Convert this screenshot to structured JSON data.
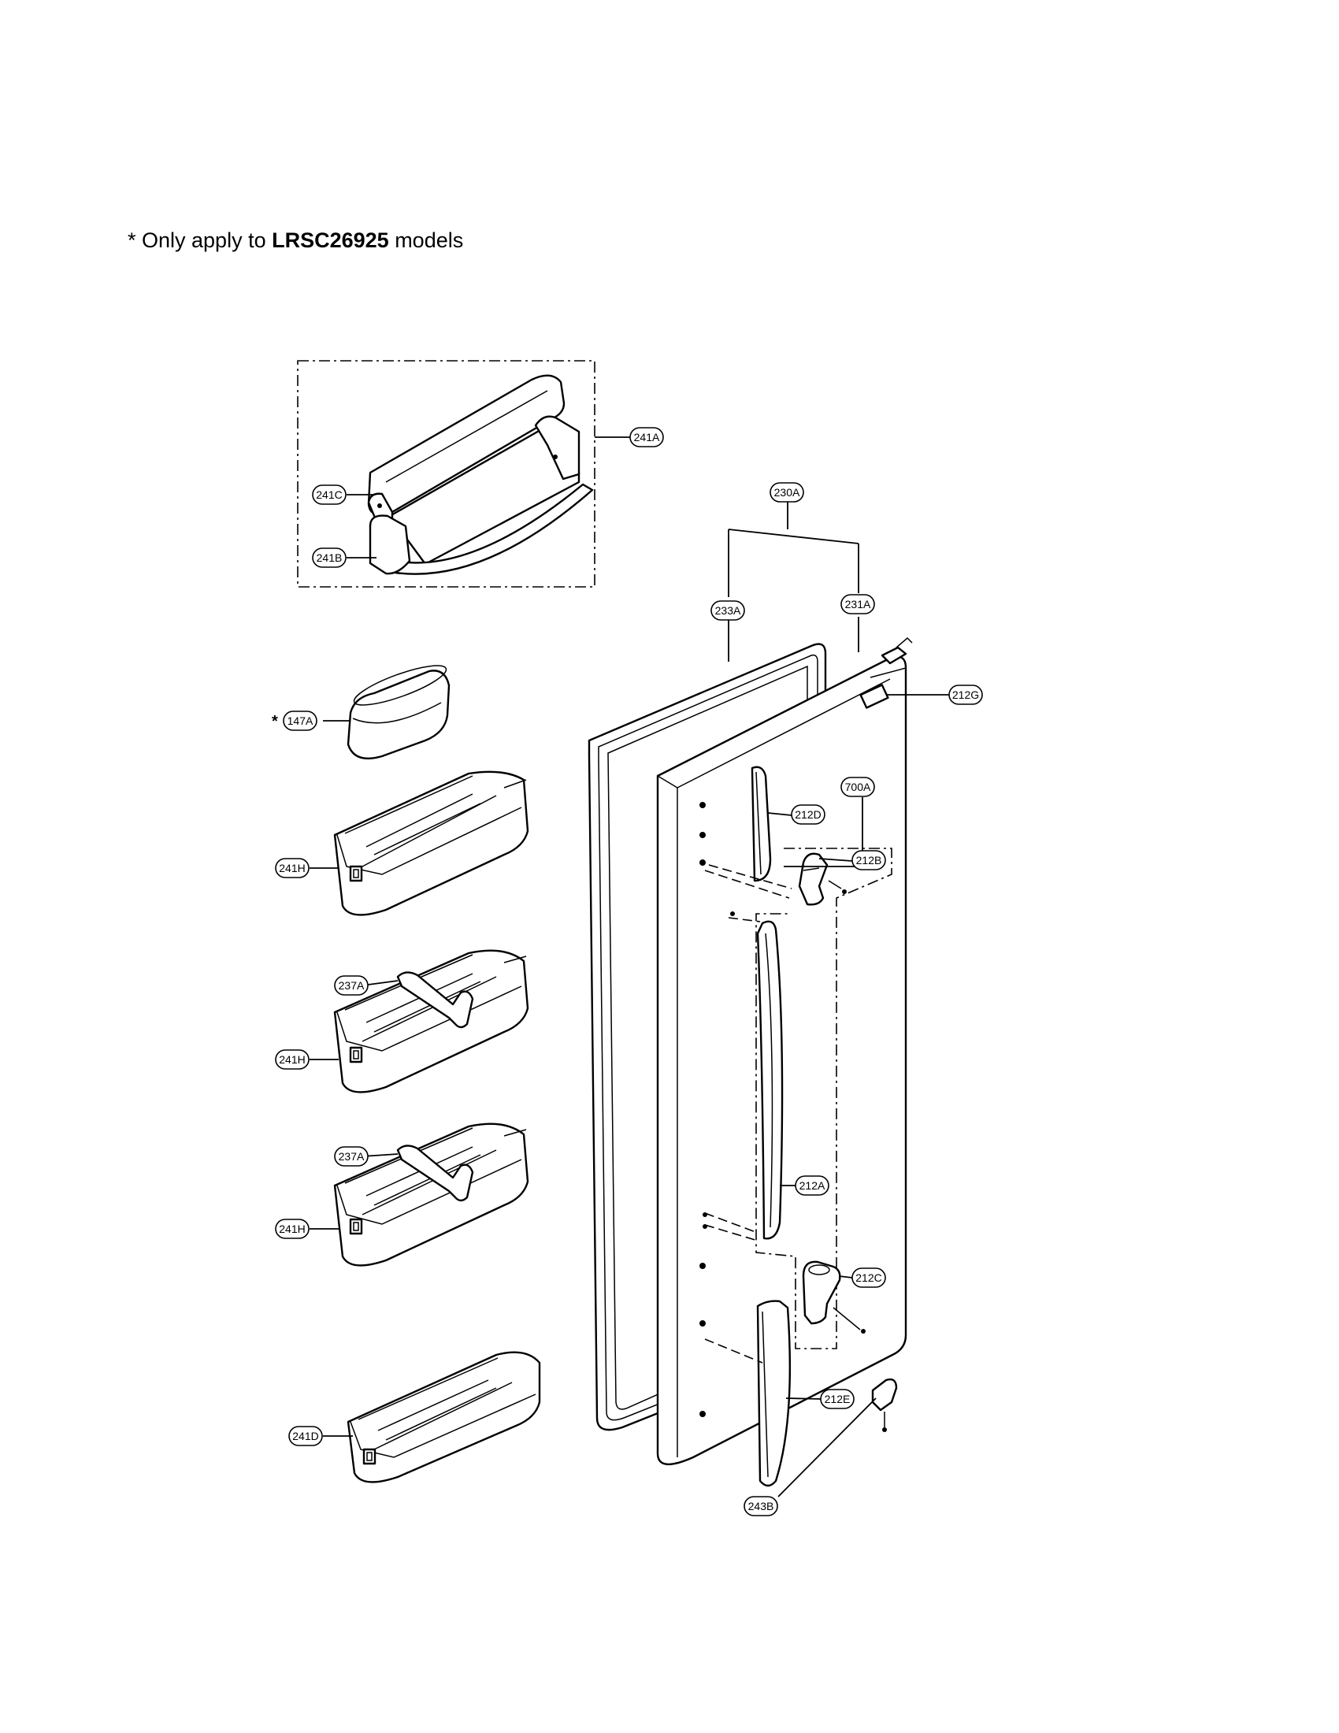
{
  "note": {
    "prefix": "* Only apply to ",
    "model": "LRSC26925",
    "suffix": " models"
  },
  "callouts": [
    {
      "id": "241A",
      "label": "241A"
    },
    {
      "id": "241C",
      "label": "241C"
    },
    {
      "id": "241B",
      "label": "241B"
    },
    {
      "id": "230A",
      "label": "230A"
    },
    {
      "id": "233A",
      "label": "233A"
    },
    {
      "id": "231A",
      "label": "231A"
    },
    {
      "id": "212G",
      "label": "212G"
    },
    {
      "id": "147A",
      "label": "147A",
      "marker": "*"
    },
    {
      "id": "700A",
      "label": "700A"
    },
    {
      "id": "212D",
      "label": "212D"
    },
    {
      "id": "212B",
      "label": "212B"
    },
    {
      "id": "241H_1",
      "label": "241H"
    },
    {
      "id": "237A_1",
      "label": "237A"
    },
    {
      "id": "241H_2",
      "label": "241H"
    },
    {
      "id": "237A_2",
      "label": "237A"
    },
    {
      "id": "241H_3",
      "label": "241H"
    },
    {
      "id": "212A",
      "label": "212A"
    },
    {
      "id": "212C",
      "label": "212C"
    },
    {
      "id": "241D",
      "label": "241D"
    },
    {
      "id": "212E",
      "label": "212E"
    },
    {
      "id": "243B",
      "label": "243B"
    }
  ]
}
